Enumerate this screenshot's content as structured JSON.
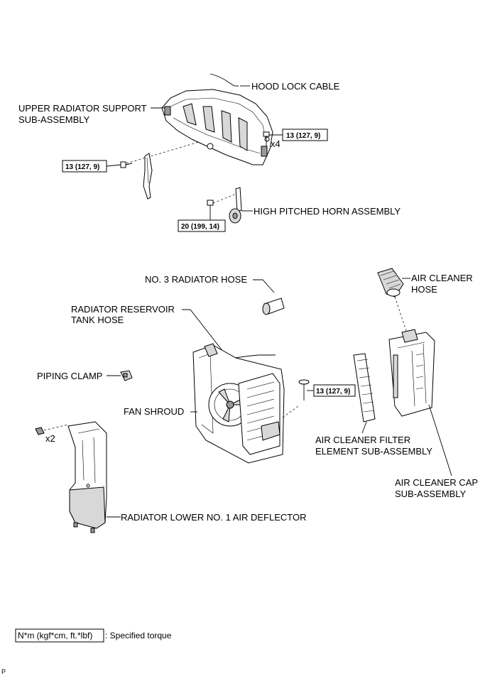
{
  "labels": {
    "hood_lock_cable": "HOOD LOCK CABLE",
    "upper_support_1": "UPPER RADIATOR SUPPORT",
    "upper_support_2": "SUB-ASSEMBLY",
    "high_horn": "HIGH PITCHED HORN ASSEMBLY",
    "no3_hose": "NO. 3 RADIATOR HOSE",
    "reservoir_1": "RADIATOR RESERVOIR",
    "reservoir_2": "TANK HOSE",
    "piping_clamp": "PIPING CLAMP",
    "fan_shroud": "FAN SHROUD",
    "air_cleaner_hose_1": "AIR CLEANER",
    "air_cleaner_hose_2": "HOSE",
    "filter_1": "AIR CLEANER FILTER",
    "filter_2": "ELEMENT SUB-ASSEMBLY",
    "cap_1": "AIR CLEANER CAP",
    "cap_2": "SUB-ASSEMBLY",
    "deflector": "RADIATOR LOWER NO. 1 AIR DEFLECTOR"
  },
  "torques": {
    "support_right": "13 (127, 9)",
    "support_left": "13 (127, 9)",
    "horn": "20 (199, 14)",
    "filter": "13 (127, 9)"
  },
  "quantities": {
    "support_bolts": "x4",
    "deflector_bolts": "x2"
  },
  "legend": {
    "unit": "N*m (kgf*cm, ft.*lbf)",
    "text": ": Specified torque"
  },
  "corner_mark": "P"
}
